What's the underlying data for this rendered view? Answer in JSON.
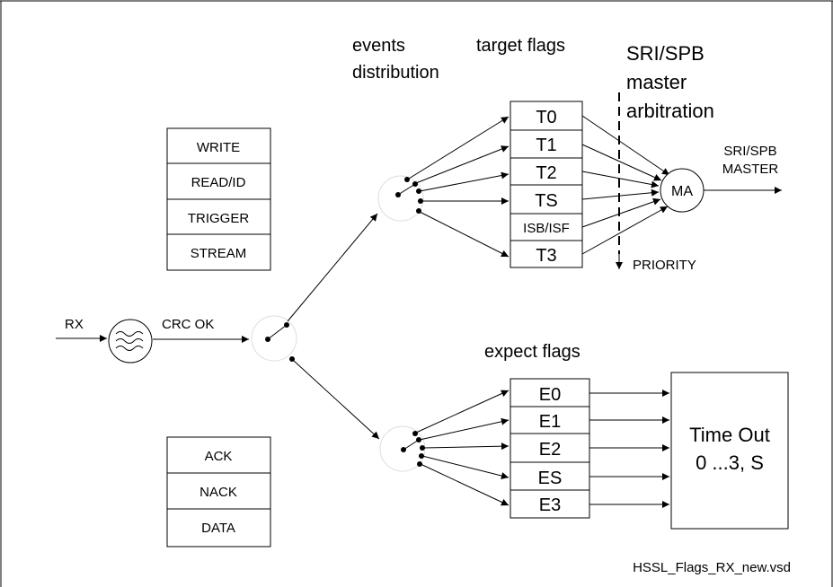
{
  "labels": {
    "events_distribution_1": "events",
    "events_distribution_2": "distribution",
    "target_flags": "target flags",
    "arbitration_1": "SRI/SPB",
    "arbitration_2": "master",
    "arbitration_3": "arbitration",
    "master_out_1": "SRI/SPB",
    "master_out_2": "MASTER",
    "ma": "MA",
    "priority": "PRIORITY",
    "rx": "RX",
    "crc_ok": "CRC OK",
    "expect_flags": "expect flags",
    "timeout_1": "Time Out",
    "timeout_2": "0 ...3, S",
    "filename": "HSSL_Flags_RX_new.vsd"
  },
  "frame_types_top": [
    "WRITE",
    "READ/ID",
    "TRIGGER",
    "STREAM"
  ],
  "frame_types_bottom": [
    "ACK",
    "NACK",
    "DATA"
  ],
  "target_flags": [
    "T0",
    "T1",
    "T2",
    "TS",
    "ISB/ISF",
    "T3"
  ],
  "expect_flags": [
    "E0",
    "E1",
    "E2",
    "ES",
    "E3"
  ]
}
